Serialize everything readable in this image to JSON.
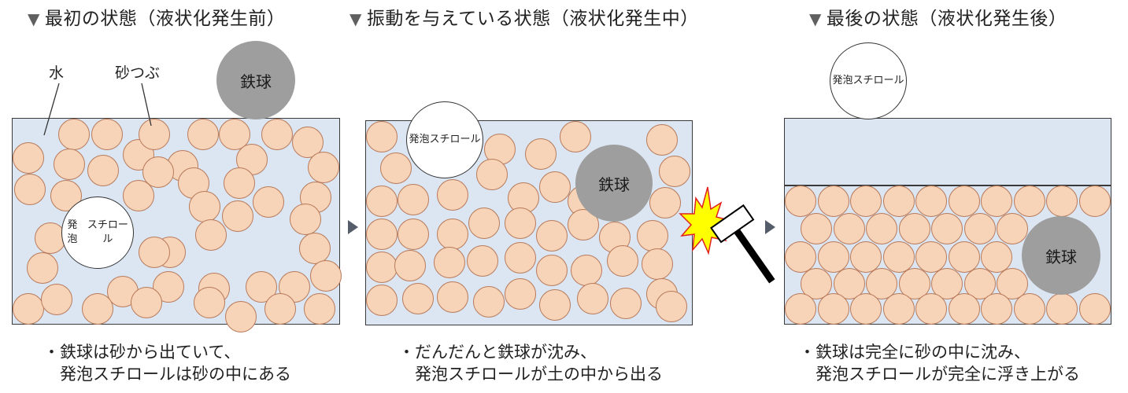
{
  "headings": {
    "before": "最初の状態（液状化発生前）",
    "during": "振動を与えている状態（液状化発生中）",
    "after": "最後の状態（液状化発生後）"
  },
  "triangle": "▼",
  "labels": {
    "water": "水",
    "sand": "砂つぶ"
  },
  "ball_labels": {
    "iron": "鉄球",
    "foam_line1": "発泡",
    "foam_line2": "スチロール"
  },
  "captions": {
    "before": [
      "・鉄球は砂から出ていて、",
      "　発泡スチロールは砂の中にある"
    ],
    "during": [
      "・だんだんと鉄球が沈み、",
      "　発泡スチロールが土の中から出る"
    ],
    "after": [
      "・鉄球は完全に砂の中に沈み、",
      "　発泡スチロールが完全に浮き上がる"
    ]
  },
  "colors": {
    "water": "#dbe6f2",
    "sand_fill": "#f7d3b8",
    "sand_edge": "#b87a5a",
    "iron": "#9e9e9e",
    "foam": "#ffffff",
    "impact": "#ffff00"
  },
  "icons": [
    "hammer-icon",
    "impact-burst-icon",
    "next-arrow-icon"
  ]
}
